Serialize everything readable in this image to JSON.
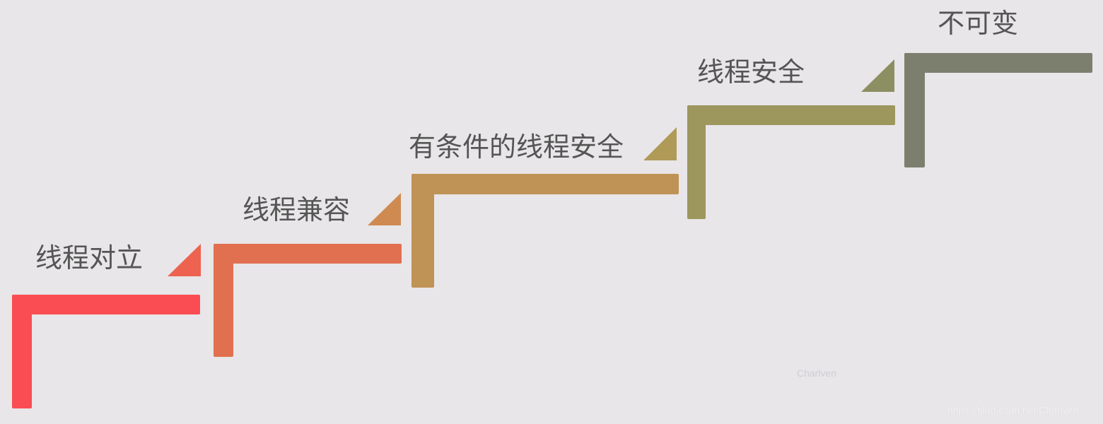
{
  "diagram": {
    "type": "staircase",
    "direction": "ascending-left-to-right",
    "steps": [
      {
        "label": "线程对立",
        "color": "#f94d53",
        "triangle_color": "#ee6250"
      },
      {
        "label": "线程兼容",
        "color": "#e07050",
        "triangle_color": "#cf8a52"
      },
      {
        "label": "有条件的线程安全",
        "color": "#bf9255",
        "triangle_color": "#b09a58"
      },
      {
        "label": "线程安全",
        "color": "#9d965d",
        "triangle_color": "#8c8f62"
      },
      {
        "label": "不可变",
        "color": "#7d7f6e"
      }
    ]
  },
  "watermarks": {
    "author": "Charlven",
    "url": "https://blog.csdn.net/Charlven"
  }
}
